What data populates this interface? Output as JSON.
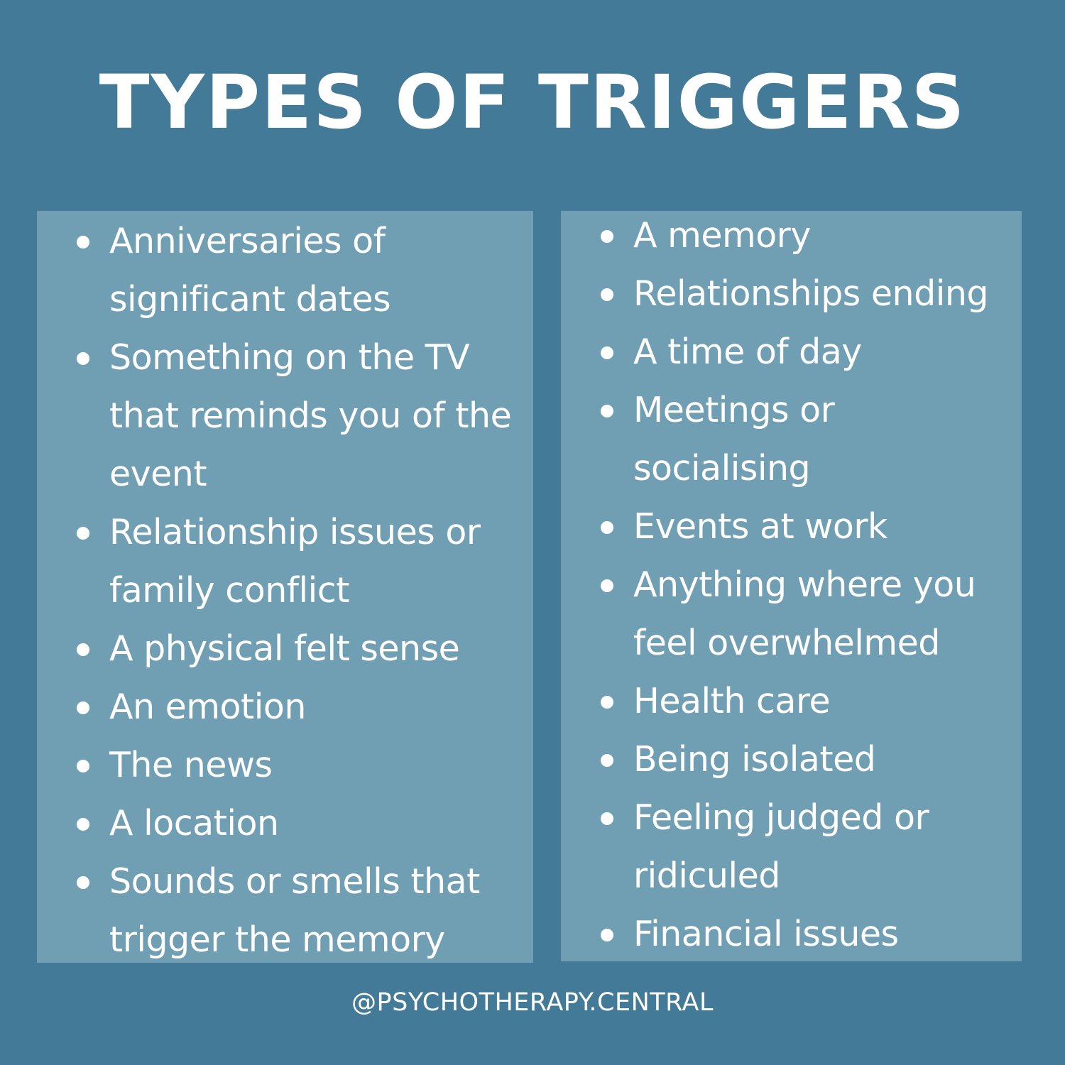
{
  "colors": {
    "background": "#427a97",
    "panel": "#709eb2",
    "text": "#ffffff"
  },
  "header": {
    "title": "TYPES OF TRIGGERS"
  },
  "left_panel": {
    "items": [
      {
        "icon": "bullet-icon",
        "text": "Anniversaries of\nsignificant dates"
      },
      {
        "icon": "bullet-icon",
        "text": "Something on the TV\nthat reminds you of the\nevent"
      },
      {
        "icon": "bullet-icon",
        "text": "Relationship issues or\nfamily conflict"
      },
      {
        "icon": "bullet-icon",
        "text": "A physical felt sense"
      },
      {
        "icon": "bullet-icon",
        "text": "An emotion"
      },
      {
        "icon": "bullet-icon",
        "text": "The news"
      },
      {
        "icon": "bullet-icon",
        "text": "A location"
      },
      {
        "icon": "bullet-icon",
        "text": "Sounds or smells that\ntrigger the memory"
      }
    ]
  },
  "right_panel": {
    "items": [
      {
        "icon": "bullet-icon",
        "text": "A memory"
      },
      {
        "icon": "bullet-icon",
        "text": "Relationships ending"
      },
      {
        "icon": "bullet-icon",
        "text": "A time of day"
      },
      {
        "icon": "bullet-icon",
        "text": "Meetings or\nsocialising"
      },
      {
        "icon": "bullet-icon",
        "text": "Events at work"
      },
      {
        "icon": "bullet-icon",
        "text": "Anything where you\nfeel overwhelmed"
      },
      {
        "icon": "bullet-icon",
        "text": "Health care"
      },
      {
        "icon": "bullet-icon",
        "text": "Being isolated"
      },
      {
        "icon": "bullet-icon",
        "text": "Feeling judged or\nridiculed"
      },
      {
        "icon": "bullet-icon",
        "text": "Financial issues"
      }
    ]
  },
  "footer": {
    "handle": "@PSYCHOTHERAPY.CENTRAL"
  }
}
